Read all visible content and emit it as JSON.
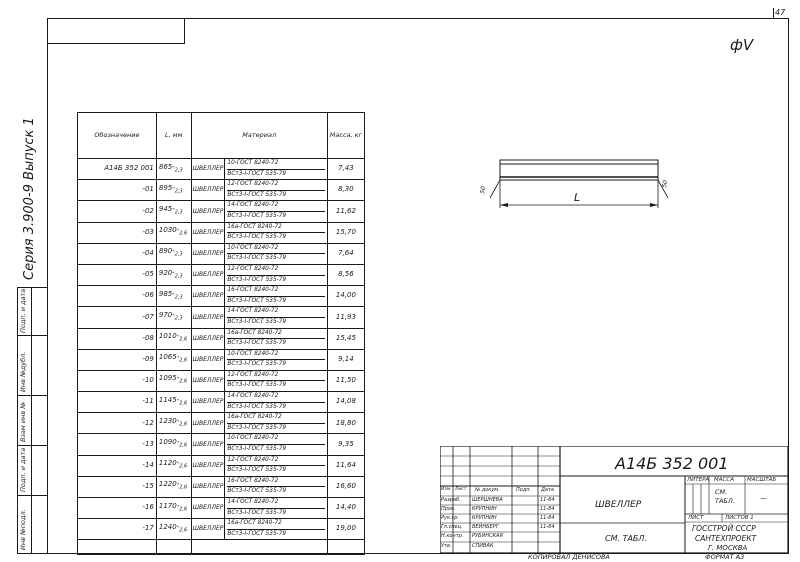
{
  "sheet_number": "47",
  "corner_mark": "фV",
  "side_title": "Серия 3.900-9 Выпуск 1",
  "side_stamp_labels": [
    "Инв №подл.",
    "Подп. и дата",
    "Взам инв №",
    "Инв №дубл.",
    "Подп. и дата"
  ],
  "table": {
    "headers": [
      "Обозначение",
      "L, мм",
      "Материал",
      "Масса, кг"
    ],
    "rows": [
      {
        "des": "А14Б 352 001",
        "len": "865",
        "tol": "2,3",
        "mat1": "10-ГОСТ 8240-72",
        "mat2": "ВСт3-I-ГОСТ 535-79",
        "mass": "7,43"
      },
      {
        "des": "-01",
        "len": "895",
        "tol": "2,3",
        "mat1": "12-ГОСТ 8240-72",
        "mat2": "ВСт3-I-ГОСТ 535-79",
        "mass": "8,30"
      },
      {
        "des": "-02",
        "len": "945",
        "tol": "2,3",
        "mat1": "14-ГОСТ 8240-72",
        "mat2": "ВСт3-I-ГОСТ 535-79",
        "mass": "11,62"
      },
      {
        "des": "-03",
        "len": "1030",
        "tol": "2,6",
        "mat1": "16а-ГОСТ 8240-72",
        "mat2": "ВСт3-I-ГОСТ 535-79",
        "mass": "15,70"
      },
      {
        "des": "-04",
        "len": "890",
        "tol": "2,3",
        "mat1": "10-ГОСТ 8240-72",
        "mat2": "ВСт3-I-ГОСТ 535-79",
        "mass": "7,64"
      },
      {
        "des": "-05",
        "len": "920",
        "tol": "2,3",
        "mat1": "12-ГОСТ 8240-72",
        "mat2": "ВСт3-I-ГОСТ 535-79",
        "mass": "8,56"
      },
      {
        "des": "-06",
        "len": "985",
        "tol": "2,3",
        "mat1": "16-ГОСТ 8240-72",
        "mat2": "ВСт3-I-ГОСТ 535-79",
        "mass": "14,00"
      },
      {
        "des": "-07",
        "len": "970",
        "tol": "2,3",
        "mat1": "14-ГОСТ 8240-72",
        "mat2": "ВСт3-I-ГОСТ 535-79",
        "mass": "11,93"
      },
      {
        "des": "-08",
        "len": "1010",
        "tol": "2,6",
        "mat1": "16а-ГОСТ 8240-72",
        "mat2": "ВСт3-I-ГОСТ 535-79",
        "mass": "15,45"
      },
      {
        "des": "-09",
        "len": "1065",
        "tol": "2,6",
        "mat1": "10-ГОСТ 8240-72",
        "mat2": "ВСт3-I-ГОСТ 535-79",
        "mass": "9,14"
      },
      {
        "des": "-10",
        "len": "1095",
        "tol": "2,6",
        "mat1": "12-ГОСТ 8240-72",
        "mat2": "ВСт3-I-ГОСТ 535-79",
        "mass": "11,50"
      },
      {
        "des": "-11",
        "len": "1145",
        "tol": "2,6",
        "mat1": "14-ГОСТ 8240-72",
        "mat2": "ВСт3-I-ГОСТ 535-79",
        "mass": "14,08"
      },
      {
        "des": "-12",
        "len": "1230",
        "tol": "2,6",
        "mat1": "16а-ГОСТ 8240-72",
        "mat2": "ВСт3-I-ГОСТ 535-79",
        "mass": "18,80"
      },
      {
        "des": "-13",
        "len": "1090",
        "tol": "2,6",
        "mat1": "10-ГОСТ 8240-72",
        "mat2": "ВСт3-I-ГОСТ 535-79",
        "mass": "9,35"
      },
      {
        "des": "-14",
        "len": "1120",
        "tol": "2,6",
        "mat1": "12-ГОСТ 8240-72",
        "mat2": "ВСт3-I-ГОСТ 535-79",
        "mass": "11,64"
      },
      {
        "des": "-15",
        "len": "1220",
        "tol": "2,6",
        "mat1": "16-ГОСТ 8240-72",
        "mat2": "ВСт3-I-ГОСТ 535-79",
        "mass": "16,60"
      },
      {
        "des": "-16",
        "len": "1170",
        "tol": "2,6",
        "mat1": "14-ГОСТ 8240-72",
        "mat2": "ВСт3-I-ГОСТ 535-79",
        "mass": "14,40"
      },
      {
        "des": "-17",
        "len": "1240",
        "tol": "2,6",
        "mat1": "16а-ГОСТ 8240-72",
        "mat2": "ВСт3-I-ГОСТ 535-79",
        "mass": "19,00"
      }
    ]
  },
  "drawing": {
    "dim_length": "L",
    "dim_left": "50",
    "dim_right": "50"
  },
  "title_block": {
    "designation": "А14Б 352 001",
    "part_name": "Швеллер",
    "material_note": "См. табл.",
    "col_litera": "Литера",
    "col_mass": "Масса",
    "col_scale": "Масштаб",
    "mass_value": "См. табл.",
    "scale_value": "—",
    "sheet_label": "Лист",
    "sheets_label": "Листов 1",
    "org1": "Госстрой СССР",
    "org2": "Сантехпроект",
    "city": "г. Москва",
    "head_labels": [
      "Изм.",
      "Лист",
      "№ докум.",
      "Подп.",
      "Дата"
    ],
    "staff": [
      {
        "role": "Разраб.",
        "name": "Шершнева"
      },
      {
        "role": "Пров.",
        "name": "Крупнин"
      },
      {
        "role": "Рук.гр.",
        "name": "Крупнин"
      },
      {
        "role": "Гл.спец.",
        "name": "Вейнберг"
      },
      {
        "role": "Н.контр.",
        "name": "Рубинская"
      },
      {
        "role": "Утв.",
        "name": "Спивак"
      }
    ],
    "dates": [
      "11-84",
      "11-84",
      "11-84",
      "11-84"
    ],
    "copied_by": "Копировал  Денисова",
    "format": "Формат А3"
  }
}
